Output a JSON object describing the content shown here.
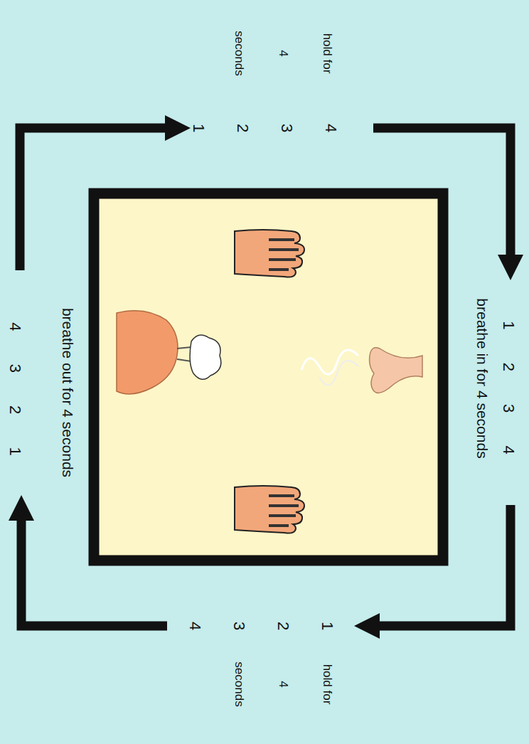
{
  "diagram": {
    "labels": [
      "1 2 3 4",
      "breathe in for 4 seconds",
      "1 2 3 4",
      "hold for 4 seconds",
      "breathe out for 4 seconds",
      "4 3 2 1",
      "4 3 2 1",
      "hold for 4 seconds"
    ]
  }
}
